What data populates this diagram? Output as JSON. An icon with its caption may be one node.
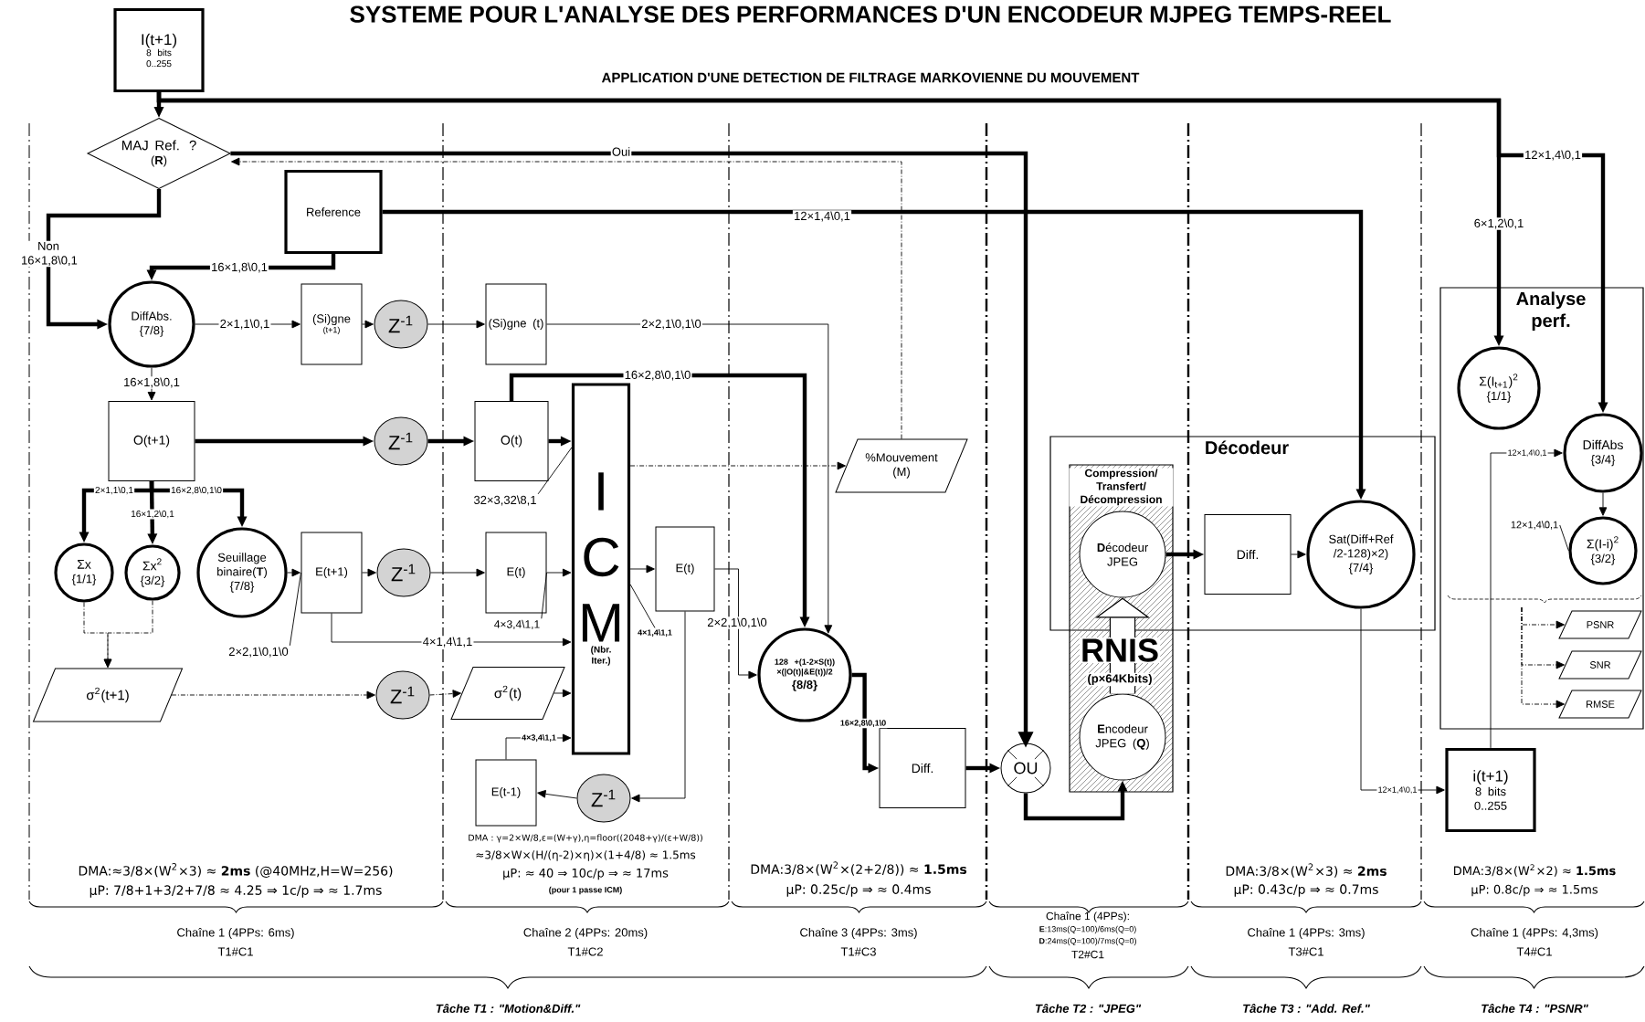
{
  "diagram": {
    "title": "SYSTEME POUR L'ANALYSE DES PERFORMANCES D'UN ENCODEUR MJPEG TEMPS-REEL",
    "nodes": [
      {
        "text": [
          "I(t+1)",
          "8 bits 0..255"
        ]
      },
      {
        "text": [
          "MAJ Ref. ?",
          "(**R**)"
        ]
      },
      {
        "text": [
          "Reference"
        ]
      },
      {
        "text": [
          "DiffAbs.",
          "{7/8}"
        ]
      },
      {
        "text": [
          "(Si)gne",
          "(t+1)"
        ]
      },
      {
        "text": [
          "Z$^{-1}$"
        ]
      },
      {
        "text": [
          "(Si)gne (t)"
        ]
      },
      {
        "text": [
          "O(t+1)"
        ]
      },
      {
        "text": [
          "Z$^{-1}$"
        ]
      },
      {
        "text": [
          "O(t)"
        ]
      },
      {
        "text": [
          "I C M",
          "(**Nbr. Iter.**)"
        ]
      },
      {
        "text": [
          "%Mouvement (M)"
        ]
      },
      {
        "text": [
          "Σx",
          "{1/1}"
        ]
      },
      {
        "text": [
          "Σx$^{2}$",
          "{3/2}"
        ]
      },
      {
        "text": [
          "Seuillage binaire(**T**)",
          "{7/8}"
        ]
      },
      {
        "text": [
          "E(t+1)"
        ]
      },
      {
        "text": [
          "Z$^{-1}$"
        ]
      },
      {
        "text": [
          "E(t)"
        ]
      },
      {
        "text": [
          "E(t)"
        ]
      },
      {
        "text": [
          "128 +(1-2×S(t)) ×(|O(t)|&E(t))/2",
          "{8/8}"
        ]
      },
      {
        "text": [
          "σ$^{2}$(t+1)"
        ]
      },
      {
        "text": [
          "Z$^{-1}$"
        ]
      },
      {
        "text": [
          "σ$^{2}$(t)"
        ]
      },
      {
        "text": [
          "E(t-1)"
        ]
      },
      {
        "text": [
          "Z$^{-1}$"
        ]
      },
      {
        "text": [
          "Diff."
        ]
      },
      {
        "text": [
          "OU"
        ]
      },
      {
        "text": [
          "Décodeur"
        ]
      },
      {
        "text": [
          "Compression/ Transfert/ Décompression"
        ]
      },
      {
        "text": [
          "**D**écodeur JPEG"
        ]
      },
      {
        "text": [
          "**E**ncodeur JPEG (**Q**)"
        ],
        "in": 28
      },
      {
        "text": [
          "Diff."
        ],
        "in": 27
      },
      {
        "text": [
          "Sat(Diff+Ref /2-128)×2)",
          "{7/4}"
        ],
        "in": 27
      },
      {
        "text": [
          "Analyse perf."
        ]
      },
      {
        "text": [
          "Σ(I$_{t+1}$)$^{2}$",
          "{1/1}"
        ],
        "in": 33
      },
      {
        "text": [
          "DiffAbs",
          "{3/4}"
        ],
        "in": 33
      },
      {
        "text": [
          "Σ(I-i)$^{2}$",
          "{3/2}"
        ],
        "in": 33
      },
      {
        "text": [
          "PSNR"
        ],
        "in": 33
      },
      {
        "text": [
          "SNR"
        ],
        "in": 33
      },
      {
        "text": [
          "RMSE"
        ],
        "in": 33
      },
      {
        "text": [
          "i(t+1)",
          "8 bits 0..255"
        ]
      },
      {
        "text": [
          "32×3,32\\8,1"
        ]
      },
      {
        "text": [
          "2×2,1\\0,1\\0"
        ]
      },
      {
        "text": [
          "4×3,4\\1,1"
        ]
      },
      {
        "text": [
          "4×1,4\\1,1"
        ]
      },
      {
        "text": [
          "12×1,4\\0,1"
        ],
        "in": 33
      }
    ],
    "edges": [
      {
        "from": 0,
        "to": 1,
        "arrow": "to",
        "style": "thick"
      },
      {
        "from": 0,
        "to": 34,
        "arrow": "to",
        "style": "thick",
        "label": "6×1,2\\0,1"
      },
      {
        "from": 0,
        "to": 35,
        "arrow": "to",
        "style": "thick",
        "label": "12×1,4\\0,1"
      },
      {
        "from": 1,
        "to": 3,
        "arrow": "to",
        "style": "thick",
        "label": "Non 16×1,8\\0,1"
      },
      {
        "from": 1,
        "to": 26,
        "arrow": "to",
        "style": "thick",
        "label": "Oui"
      },
      {
        "from": 11,
        "to": 1,
        "arrow": "to",
        "style": "dashed"
      },
      {
        "from": 2,
        "to": 3,
        "arrow": "to",
        "style": "thick",
        "label": "16×1,8\\0,1"
      },
      {
        "from": 2,
        "to": 32,
        "arrow": "to",
        "style": "thick",
        "label": "12×1,4\\0,1"
      },
      {
        "from": 3,
        "to": 4,
        "arrow": "to",
        "label": "2×1,1\\0,1"
      },
      {
        "from": 4,
        "to": 5,
        "arrow": "to"
      },
      {
        "from": 5,
        "to": 6,
        "arrow": "to"
      },
      {
        "from": 6,
        "to": 19,
        "arrow": "to",
        "label": "2×2,1\\0,1\\0"
      },
      {
        "from": 3,
        "to": 7,
        "arrow": "to",
        "label": "16×1,8\\0,1"
      },
      {
        "from": 7,
        "to": 8,
        "arrow": "to",
        "style": "thick"
      },
      {
        "from": 8,
        "to": 9,
        "arrow": "to",
        "style": "thick"
      },
      {
        "from": 9,
        "to": 10,
        "arrow": "to",
        "style": "thick"
      },
      {
        "from": 9,
        "to": 19,
        "arrow": "to",
        "style": "thick",
        "label": "16×2,8\\0,1\\0"
      },
      {
        "from": 7,
        "to": 12,
        "arrow": "to",
        "style": "thick",
        "label": "2×1,1\\0,1"
      },
      {
        "from": 7,
        "to": 13,
        "arrow": "to",
        "style": "thick",
        "label": "16×1,2\\0,1"
      },
      {
        "from": 7,
        "to": 14,
        "arrow": "to",
        "style": "thick",
        "label": "16×2,8\\0,1\\0"
      },
      {
        "from": 12,
        "to": 20,
        "arrow": "to",
        "style": "dashed"
      },
      {
        "from": 13,
        "to": 20,
        "arrow": "to",
        "style": "dashed"
      },
      {
        "from": 14,
        "to": 15,
        "arrow": "to"
      },
      {
        "from": 15,
        "to": 16,
        "arrow": "to"
      },
      {
        "from": 16,
        "to": 17,
        "arrow": "to"
      },
      {
        "from": 15,
        "to": 10,
        "arrow": "to",
        "label": "4×1,4\\1,1"
      },
      {
        "from": 17,
        "to": 10,
        "arrow": "to"
      },
      {
        "from": 20,
        "to": 21,
        "arrow": "to",
        "style": "dashed"
      },
      {
        "from": 21,
        "to": 22,
        "arrow": "to",
        "style": "dashed"
      },
      {
        "from": 22,
        "to": 10,
        "arrow": "to"
      },
      {
        "from": 23,
        "to": 10,
        "arrow": "to",
        "label": "4×3,4\\1,1"
      },
      {
        "from": 10,
        "to": 18,
        "arrow": "to"
      },
      {
        "from": 18,
        "to": 24,
        "arrow": "to"
      },
      {
        "from": 24,
        "to": 23,
        "arrow": "to"
      },
      {
        "from": 18,
        "to": 19,
        "arrow": "to",
        "label": "2×2,1\\0,1\\0"
      },
      {
        "from": 10,
        "to": 11,
        "arrow": "to",
        "style": "dashed"
      },
      {
        "from": 19,
        "to": 25,
        "arrow": "to",
        "style": "thick",
        "label": "16×2,8\\0,1\\0"
      },
      {
        "from": 25,
        "to": 26,
        "arrow": "to",
        "style": "thick"
      },
      {
        "from": 26,
        "to": 30,
        "arrow": "to",
        "style": "thick"
      },
      {
        "from": 30,
        "to": 29,
        "arrow": "to",
        "style": "thick",
        "label": "RNIS"
      },
      {
        "from": 29,
        "to": 31,
        "arrow": "to",
        "style": "thick"
      },
      {
        "from": 31,
        "to": 32,
        "arrow": "to"
      },
      {
        "from": 32,
        "to": 40,
        "arrow": "to",
        "label": "12×1,4\\0,1"
      },
      {
        "from": 40,
        "to": 35,
        "arrow": "to",
        "label": "12×1,4\\0,1"
      },
      {
        "from": 35,
        "to": 36,
        "arrow": "to"
      },
      {
        "from": null,
        "to": 37,
        "arrow": "to",
        "style": "dashed"
      },
      {
        "from": null,
        "to": 38,
        "arrow": "to",
        "style": "dashed"
      },
      {
        "from": null,
        "to": 39,
        "arrow": "to",
        "style": "dashed"
      },
      {
        "from": 41,
        "to": 10,
        "arrow": "none"
      },
      {
        "from": 42,
        "to": 15,
        "arrow": "none"
      },
      {
        "from": 43,
        "to": 17,
        "arrow": "none"
      },
      {
        "from": 44,
        "to": 10,
        "arrow": "none"
      },
      {
        "from": 45,
        "to": 36,
        "arrow": "none"
      }
    ],
    "labels": [
      "APPLICATION D'UNE DETECTION DE FILTRAGE MARKOVIENNE DU MOUVEMENT",
      "(p×64Kbits)",
      "DMA:≈3/8×(W$^{2}$×3) ≈ **2ms** (@40MHz,H=W=256)",
      "µP: 7/8+1+3/2+7/8 ≈ 4.25 ⇒ 1c/p ⇒ ≈ 1.7ms",
      "DMA : γ=2×W/8,ε=(W+γ),η=floor((2048+γ)/(ε+W/8))",
      "≈3/8×W×(H/(η-2)×η)×(1+4/8) ≈ 1.5ms",
      "µP: ≈ 40 ⇒ 10c/p ⇒ ≈ 17ms",
      "(pour 1 passe ICM)",
      "DMA:3/8×(W$^{2}$×(2+2/8)) ≈ **1.5ms**",
      "µP: 0.25c/p ⇒ ≈ 0.4ms",
      "DMA:3/8×(W$^{2}$×3) ≈ **2ms**",
      "µP: 0.43c/p ⇒ ≈ 0.7ms",
      "DMA:3/8×(W$^{2}$×2) ≈ **1.5ms**",
      "µP: 0.8c/p ⇒ ≈ 1.5ms",
      "Chaîne 1 (4PPs: 6ms)",
      "T1#C1",
      "Chaîne 2 (4PPs: 20ms)",
      "T1#C2",
      "Chaîne 3 (4PPs: 3ms)",
      "T1#C3",
      "Chaîne 1 (4PPs):",
      "**E**:13ms(Q=100)/6ms(Q=0)",
      "**D**:24ms(Q=100)/7ms(Q=0)",
      "T2#C1",
      "Chaîne 1 (4PPs: 3ms)",
      "T3#C1",
      "Chaîne 1 (4PPs: 4,3ms)",
      "T4#C1",
      "Tâche T1 : \"Motion&Diff.\"",
      "Tâche T2 : \"JPEG\"",
      "Tâche T3 : \"Add. Ref.\"",
      "Tâche T4 : \"PSNR\""
    ]
  }
}
